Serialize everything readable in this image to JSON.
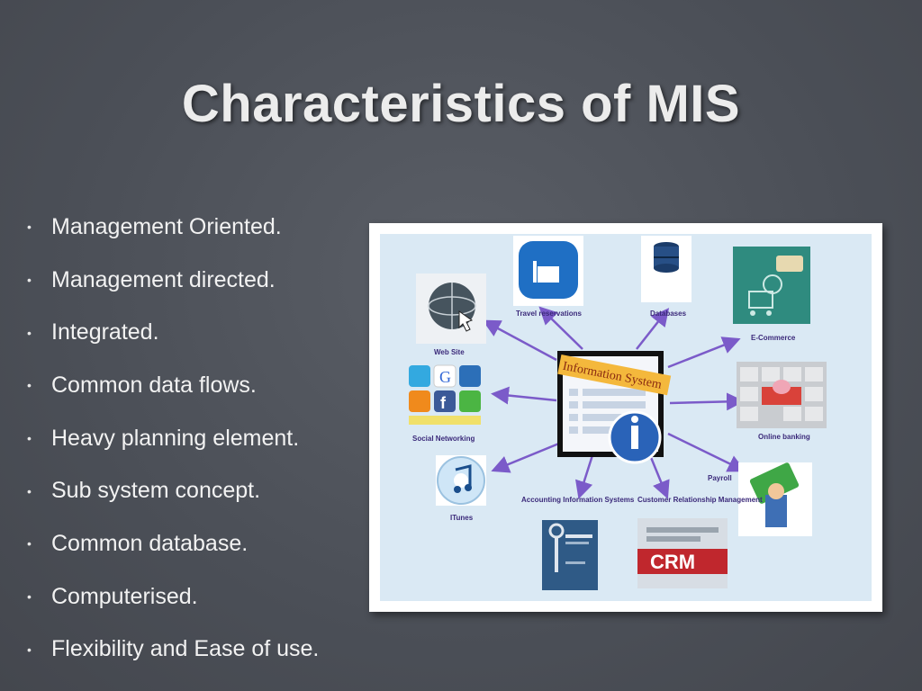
{
  "slide": {
    "title": "Characteristics of MIS",
    "bullets": [
      "Management Oriented.",
      "Management directed.",
      "Integrated.",
      "Common data flows.",
      "Heavy planning element.",
      "Sub system concept.",
      "Common database.",
      "Computerised.",
      "Flexibility and Ease of use."
    ],
    "bullet_marker": "•"
  },
  "diagram": {
    "center_label": "Information System",
    "center_icon": "info-icon",
    "nodes": [
      {
        "label": "Travel reservations",
        "icon": "travel-icon"
      },
      {
        "label": "Databases",
        "icon": "database-icon"
      },
      {
        "label": "E-Commerce",
        "icon": "shopping-cart-icon"
      },
      {
        "label": "Web Site",
        "icon": "globe-icon"
      },
      {
        "label": "Online banking",
        "icon": "keyboard-icon"
      },
      {
        "label": "Social Networking",
        "icon": "social-icons"
      },
      {
        "label": "Payroll",
        "icon": "money-icon"
      },
      {
        "label": "ITunes",
        "icon": "music-icon"
      },
      {
        "label": "Accounting Information Systems",
        "icon": "book-icon"
      },
      {
        "label": "Customer Relationship Management",
        "icon": "crm-icon"
      }
    ],
    "colors": {
      "arrow": "#7b5bc9",
      "label": "#3b2a7a",
      "panel": "#dae9f4"
    }
  }
}
